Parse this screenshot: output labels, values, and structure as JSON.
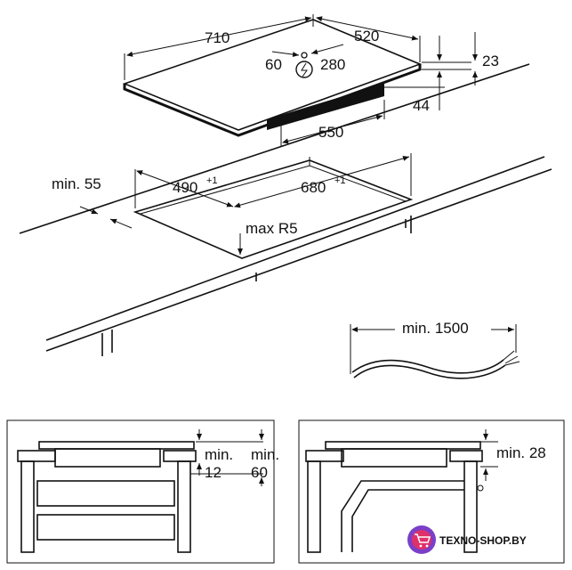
{
  "top_view": {
    "hob_width": "710",
    "hob_depth": "520",
    "cable_offset": "60",
    "cable_distance": "280",
    "thickness": "23",
    "height": "44",
    "under_width": "550"
  },
  "cutout": {
    "min_edge_label": "min. 55",
    "depth": "490",
    "depth_tol": "+1",
    "width": "680",
    "width_tol": "+1",
    "radius": "max R5"
  },
  "cable": {
    "min_length": "min. 1500"
  },
  "section_left": {
    "min12_a": "min.",
    "min12_b": "12",
    "min60_a": "min.",
    "min60_b": "60"
  },
  "section_right": {
    "min28": "min. 28"
  },
  "watermark": {
    "text": "TEXNO-SHOP.BY"
  }
}
